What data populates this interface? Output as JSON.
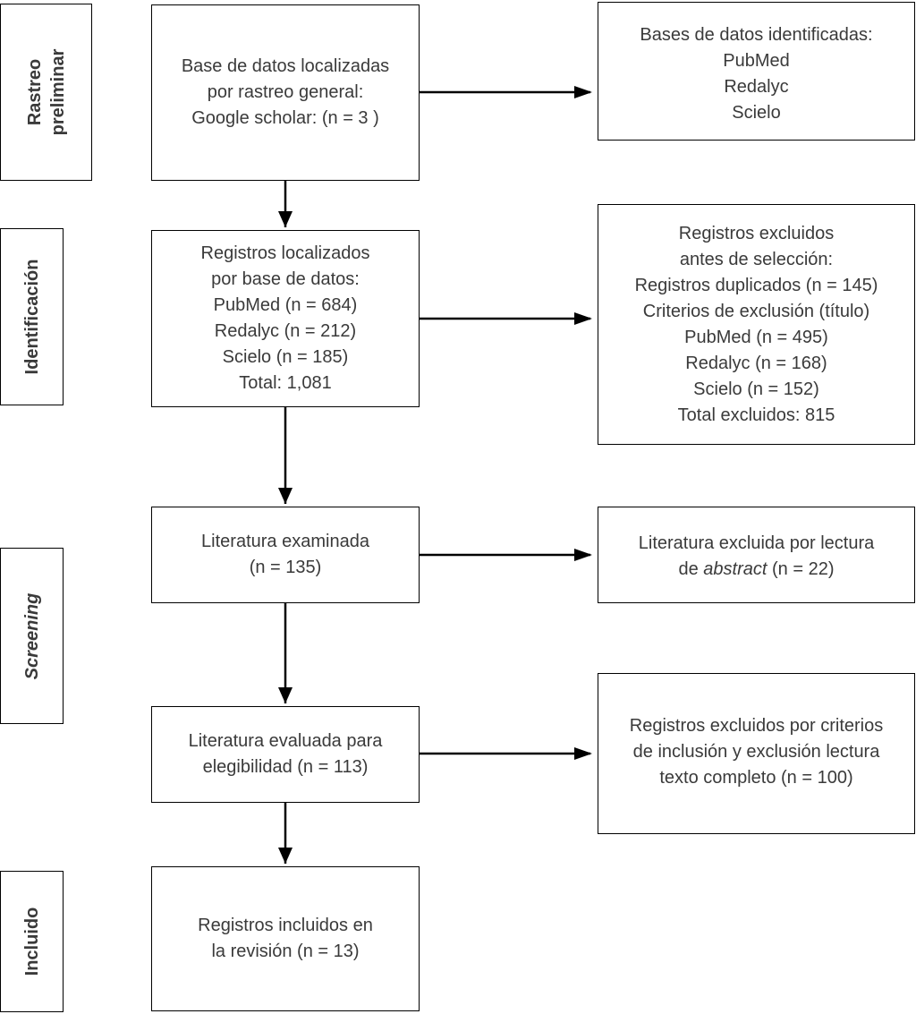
{
  "stages": {
    "preliminary": [
      "Rastreo",
      "preliminar"
    ],
    "identification": [
      "Identificación"
    ],
    "screening": [
      "Screening"
    ],
    "included": [
      "Incluido"
    ]
  },
  "boxes": {
    "general_search": [
      "Base de datos localizadas",
      "por rastreo general:",
      "Google scholar: (n = 3 )"
    ],
    "identified_databases": [
      "Bases de datos identificadas:",
      "PubMed",
      "Redalyc",
      "Scielo"
    ],
    "records_located": [
      "Registros localizados",
      "por base de datos:",
      "PubMed (n = 684)",
      "Redalyc (n = 212)",
      "Scielo (n = 185)",
      "Total: 1,081"
    ],
    "records_excluded": [
      "Registros excluidos",
      "antes de selección:",
      "Registros duplicados (n = 145)",
      "Criterios de exclusión (título)",
      "PubMed (n = 495)",
      "Redalyc (n = 168)",
      "Scielo (n = 152)",
      "Total excluidos: 815"
    ],
    "literature_examined": [
      "Literatura examinada",
      "(n = 135)"
    ],
    "literature_excluded_abstract": {
      "line1": "Literatura excluida por lectura",
      "line2_prefix": "de ",
      "line2_italic": "abstract",
      "line2_suffix": " (n = 22)"
    },
    "literature_eligibility": [
      "Literatura evaluada para",
      "elegibilidad (n = 113)"
    ],
    "records_excluded_fulltext": [
      "Registros excluidos por criterios",
      "de inclusión y exclusión lectura",
      "texto completo (n = 100)"
    ],
    "records_included": [
      "Registros incluidos en",
      "la revisión (n = 13)"
    ]
  }
}
